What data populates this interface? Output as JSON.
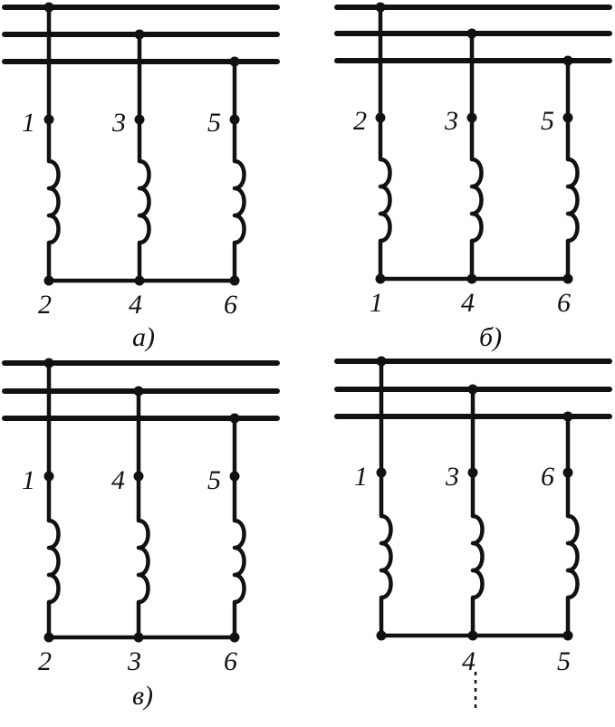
{
  "diagrams": [
    {
      "id": "a",
      "caption": "а)",
      "top_terminals": [
        "1",
        "3",
        "5"
      ],
      "bottom_terminals": [
        "2",
        "4",
        "6"
      ]
    },
    {
      "id": "b",
      "caption": "б)",
      "top_terminals": [
        "2",
        "3",
        "5"
      ],
      "bottom_terminals": [
        "1",
        "4",
        "6"
      ]
    },
    {
      "id": "v",
      "caption": "в)",
      "top_terminals": [
        "1",
        "4",
        "5"
      ],
      "bottom_terminals": [
        "2",
        "3",
        "6"
      ]
    },
    {
      "id": "g",
      "caption": "",
      "top_terminals": [
        "1",
        "3",
        "6"
      ],
      "bottom_terminals": [
        "",
        "4",
        "5"
      ]
    }
  ]
}
